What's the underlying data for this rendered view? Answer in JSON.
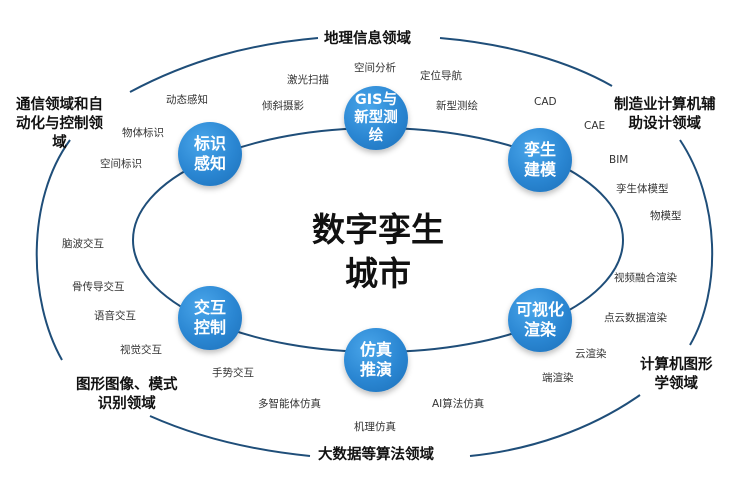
{
  "title": "数字孪生\n城市",
  "nodes": [
    {
      "id": "gis",
      "label": "GIS与\n新型测\n绘"
    },
    {
      "id": "twin",
      "label": "孪生\n建模"
    },
    {
      "id": "vis",
      "label": "可视化\n渲染"
    },
    {
      "id": "sim",
      "label": "仿真\n推演"
    },
    {
      "id": "inter",
      "label": "交互\n控制"
    },
    {
      "id": "sense",
      "label": "标识\n感知"
    }
  ],
  "domains": {
    "geo": "地理信息领域",
    "cad": "制造业计算机辅\n助设计领域",
    "graphics": "计算机图形\n学领域",
    "bigdata": "大数据等算法领域",
    "pattern": "图形图像、模式\n识别领域",
    "comm": "通信领域和自\n动化与控制领\n域"
  },
  "subitems": {
    "laser": "激光扫描",
    "spatial": "空间分析",
    "nav": "定位导航",
    "tilt": "倾斜摄影",
    "newsurvey": "新型测绘",
    "dyn": "动态感知",
    "objid": "物体标识",
    "spaceid": "空间标识",
    "cadi": "CAD",
    "cae": "CAE",
    "bim": "BIM",
    "twinbody": "孪生体模型",
    "phys": "物模型",
    "videofuse": "视频融合渲染",
    "pointcloud": "点云数据渲染",
    "cloud": "云渲染",
    "edge": "端渲染",
    "brain": "脑波交互",
    "bone": "骨传导交互",
    "voice": "语音交互",
    "visual": "视觉交互",
    "gesture": "手势交互",
    "multi": "多智能体仿真",
    "mech": "机理仿真",
    "ai": "AI算法仿真"
  }
}
